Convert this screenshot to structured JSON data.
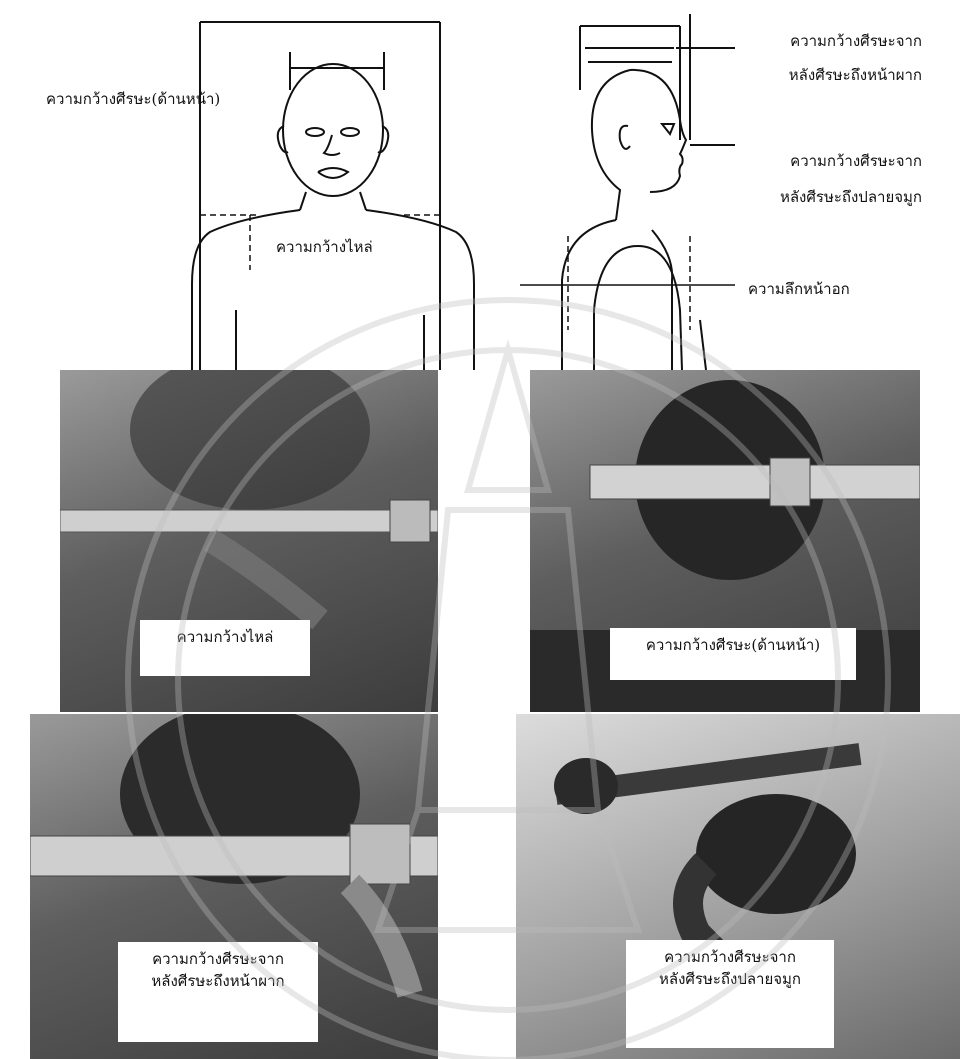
{
  "diagram": {
    "front_labels": {
      "head_width_front": "ความกว้างศีรษะ(ด้านหน้า)",
      "shoulder_width": "ความกว้างไหล่"
    },
    "side_labels": {
      "head_to_forehead_line1": "ความกว้างศีรษะจาก",
      "head_to_forehead_line2": "หลังศีรษะถึงหน้าผาก",
      "head_to_nose_line1": "ความกว้างศีรษะจาก",
      "head_to_nose_line2": "หลังศีรษะถึงปลายจมูก",
      "chest_depth": "ความลึกหน้าอก"
    }
  },
  "photos": [
    {
      "caption_lines": [
        "ความกว้างไหล่"
      ]
    },
    {
      "caption_lines": [
        "ความกว้างศีรษะ(ด้านหน้า)"
      ]
    },
    {
      "caption_lines": [
        "ความกว้างศีรษะจาก",
        "หลังศีรษะถึงหน้าผาก"
      ]
    },
    {
      "caption_lines": [
        "ความกว้างศีรษะจาก",
        "หลังศีรษะถึงปลายจมูก"
      ]
    }
  ],
  "colors": {
    "ink": "#111111",
    "photo_dark": "#3c3c3c",
    "photo_light": "#9a9a9a",
    "watermark": "#bdbdbd"
  }
}
